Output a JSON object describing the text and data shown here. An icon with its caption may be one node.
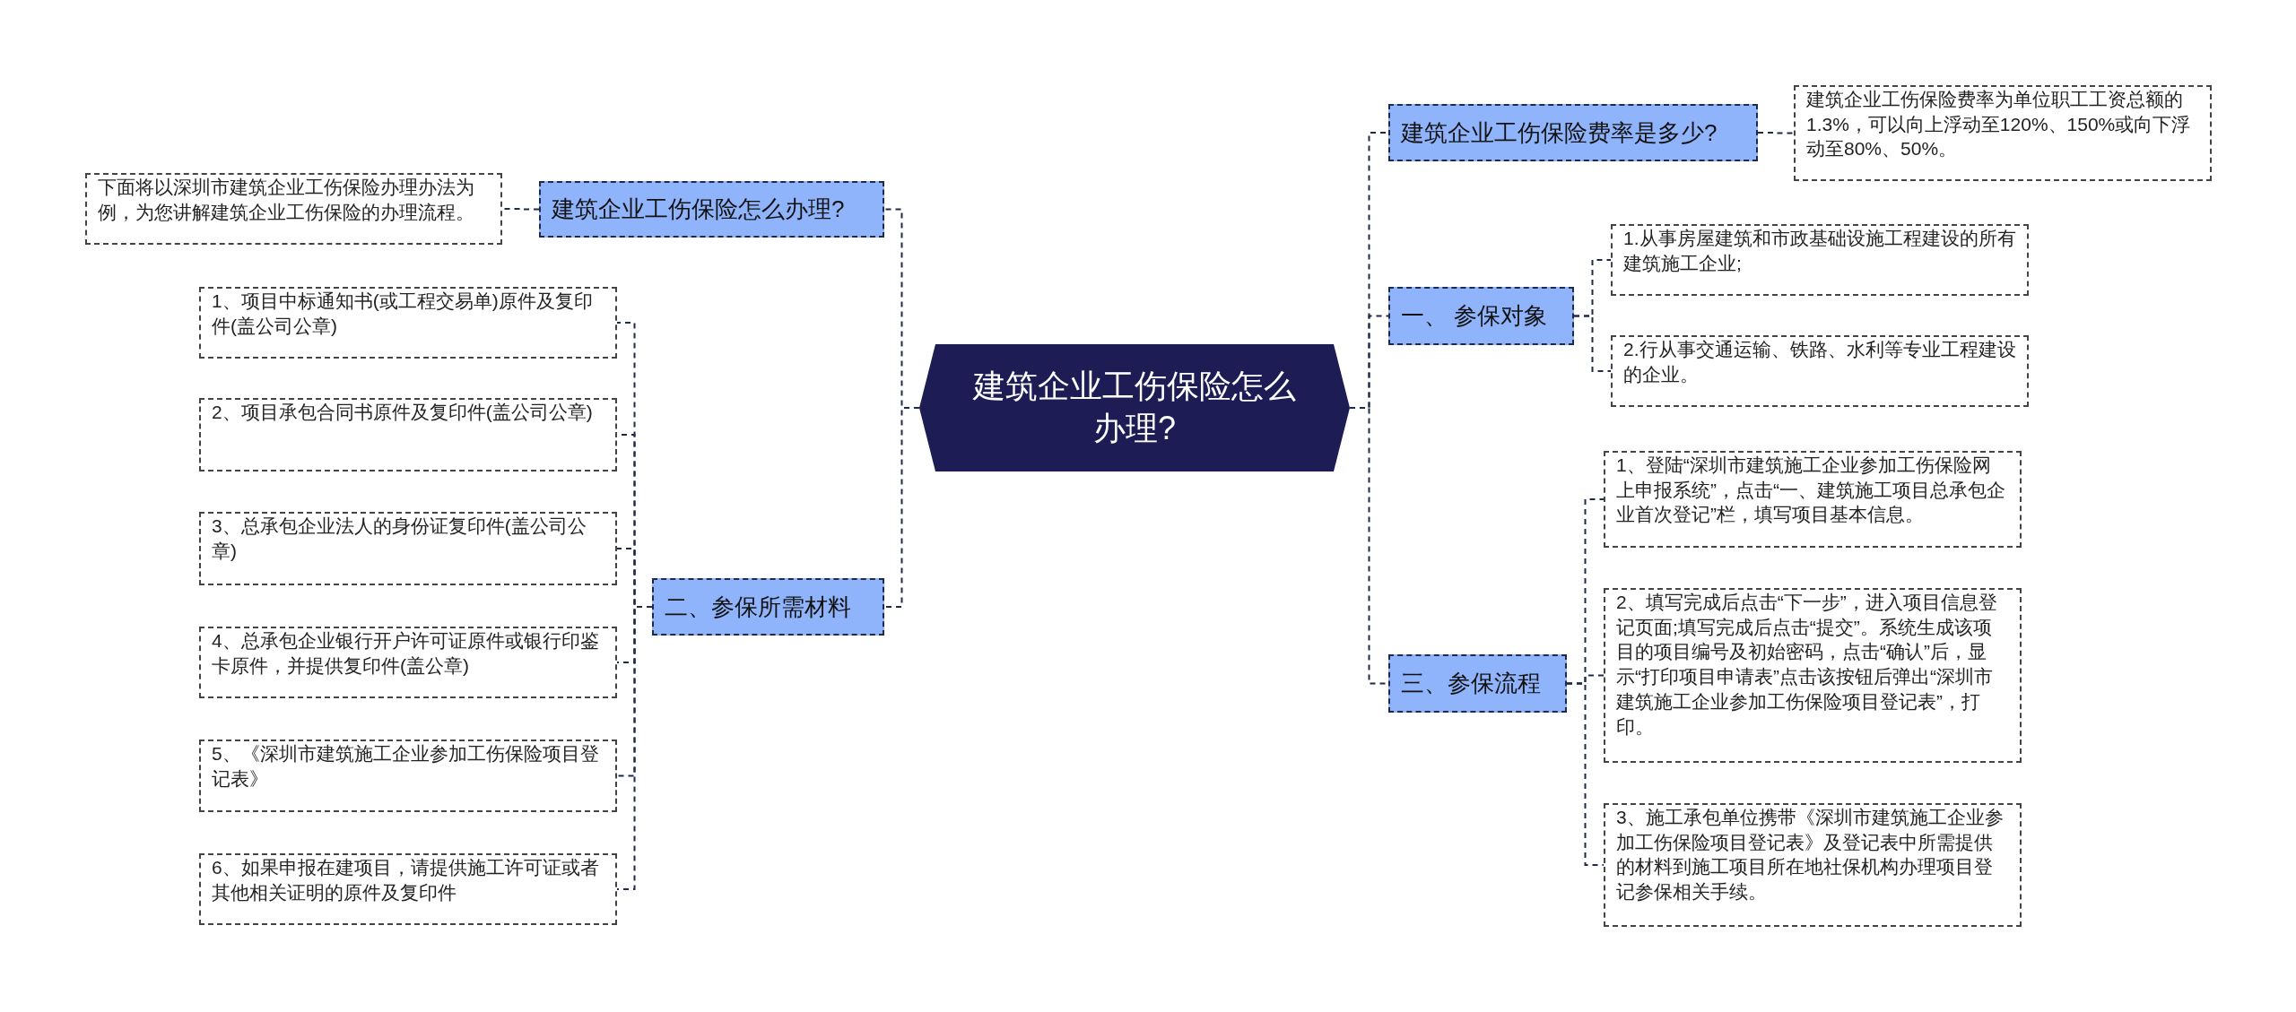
{
  "diagram": {
    "nodes": [
      {
        "text": [
          "建筑企业工伤保险怎么办理?"
        ]
      },
      {
        "text": [
          "建筑企业工伤保险怎么办理?"
        ]
      },
      {
        "text": [
          "下面将以深圳市建筑企业工伤保险办理办法为例，为您讲解建筑企业工伤保险的办理流程。"
        ]
      },
      {
        "text": [
          "二、参保所需材料"
        ]
      },
      {
        "text": [
          "1、项目中标通知书(或工程交易单)原件及复印件(盖公司公章)"
        ]
      },
      {
        "text": [
          "2、项目承包合同书原件及复印件(盖公司公章)"
        ]
      },
      {
        "text": [
          "3、总承包企业法人的身份证复印件(盖公司公章)"
        ]
      },
      {
        "text": [
          "4、总承包企业银行开户许可证原件或银行印鉴卡原件，并提供复印件(盖公章)"
        ]
      },
      {
        "text": [
          "5、《深圳市建筑施工企业参加工伤保险项目登记表》"
        ]
      },
      {
        "text": [
          "6、如果申报在建项目，请提供施工许可证或者其他相关证明的原件及复印件"
        ]
      },
      {
        "text": [
          "建筑企业工伤保险费率是多少?"
        ]
      },
      {
        "text": [
          "建筑企业工伤保险费率为单位职工工资总额的1.3%，可以向上浮动至120%、150%或向下浮动至80%、50%。"
        ]
      },
      {
        "text": [
          "一、 参保对象"
        ]
      },
      {
        "text": [
          "1.从事房屋建筑和市政基础设施工程建设的所有建筑施工企业;"
        ]
      },
      {
        "text": [
          "2.行从事交通运输、铁路、水利等专业工程建设的企业。"
        ]
      },
      {
        "text": [
          "三、参保流程"
        ]
      },
      {
        "text": [
          "1、登陆“深圳市建筑施工企业参加工伤保险网上申报系统”，点击“一、建筑施工项目总承包企业首次登记”栏，填写项目基本信息。"
        ]
      },
      {
        "text": [
          "2、填写完成后点击“下一步”，进入项目信息登记页面;填写完成后点击“提交”。系统生成该项目的项目编号及初始密码，点击“确认”后，显示“打印项目申请表”点击该按钮后弹出“深圳市建筑施工企业参加工伤保险项目登记表”，打印。"
        ]
      },
      {
        "text": [
          "3、施工承包单位携带《深圳市建筑施工企业参加工伤保险项目登记表》及登记表中所需提供的材料到施工项目所在地社保机构办理项目登记参保相关手续。"
        ]
      }
    ],
    "edges": [
      {
        "from": 0,
        "to": 1,
        "arrow": "none"
      },
      {
        "from": 1,
        "to": 2,
        "arrow": "none"
      },
      {
        "from": 0,
        "to": 3,
        "arrow": "none"
      },
      {
        "from": 3,
        "to": 4,
        "arrow": "none"
      },
      {
        "from": 3,
        "to": 5,
        "arrow": "none"
      },
      {
        "from": 3,
        "to": 6,
        "arrow": "none"
      },
      {
        "from": 3,
        "to": 7,
        "arrow": "none"
      },
      {
        "from": 3,
        "to": 8,
        "arrow": "none"
      },
      {
        "from": 3,
        "to": 9,
        "arrow": "none"
      },
      {
        "from": 0,
        "to": 10,
        "arrow": "none"
      },
      {
        "from": 10,
        "to": 11,
        "arrow": "none"
      },
      {
        "from": 0,
        "to": 12,
        "arrow": "none"
      },
      {
        "from": 12,
        "to": 13,
        "arrow": "none"
      },
      {
        "from": 12,
        "to": 14,
        "arrow": "none"
      },
      {
        "from": 0,
        "to": 15,
        "arrow": "none"
      },
      {
        "from": 15,
        "to": 16,
        "arrow": "none"
      },
      {
        "from": 15,
        "to": 17,
        "arrow": "none"
      },
      {
        "from": 15,
        "to": 18,
        "arrow": "none"
      }
    ]
  }
}
